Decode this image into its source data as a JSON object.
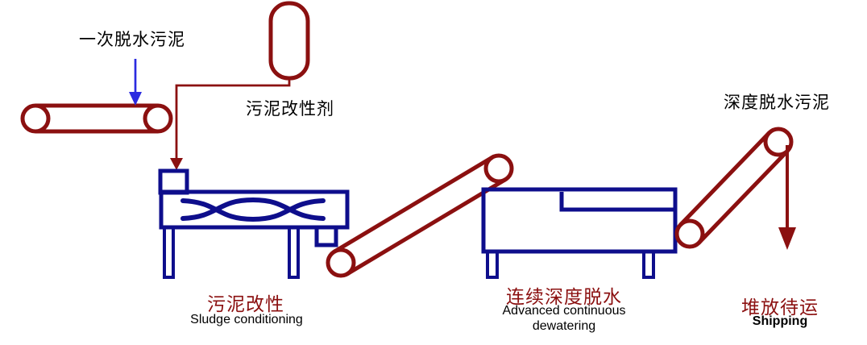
{
  "colors": {
    "dark_red": "#8B1010",
    "dark_blue": "#0E0E8C",
    "arrow_blue": "#2B2BE0",
    "text_black": "#000000",
    "background": "#FFFFFF"
  },
  "annotations": {
    "input_sludge": "一次脱水污泥",
    "modifier_agent": "污泥改性剂",
    "output_sludge": "深度脱水污泥"
  },
  "stages": [
    {
      "zh": "污泥改性",
      "en": "Sludge conditioning"
    },
    {
      "zh": "连续深度脱水",
      "en": "Advanced continuous dewatering"
    },
    {
      "zh": "堆放待运",
      "en": "Shipping"
    }
  ]
}
